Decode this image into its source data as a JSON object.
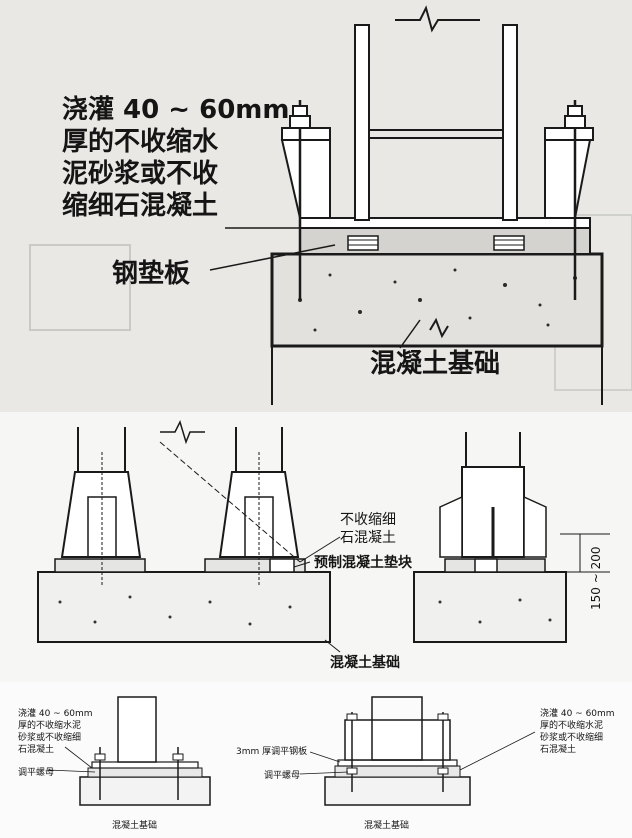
{
  "top_figure": {
    "label_grout": [
      "浇灌 40 ~ 60mm",
      "厚的不收缩水",
      "泥砂浆或不收",
      "缩细石混凝土"
    ],
    "label_steel_plate": "钢垫板",
    "label_foundation": "混凝土基础"
  },
  "middle_figure": {
    "label_grout": [
      "不收缩细",
      "石混凝土"
    ],
    "label_precast_block": "预制混凝土垫块",
    "dimension": "150 ~ 200",
    "label_foundation": "混凝土基础"
  },
  "bottom_left_figure": {
    "label_grout": [
      "浇灌 40 ~ 60mm",
      "厚的不收缩水泥",
      "砂浆或不收缩细",
      "石混凝土"
    ],
    "label_leveling_nut": "调平螺母",
    "label_foundation": "混凝土基础"
  },
  "bottom_right_figure": {
    "label_steel_plate": "3mm 厚调平钢板",
    "label_leveling_nut": "调平螺母",
    "label_foundation": "混凝土基础",
    "label_grout": [
      "浇灌 40 ~ 60mm",
      "厚的不收缩水泥",
      "砂浆或不收缩细",
      "石混凝土"
    ]
  },
  "colors": {
    "ink": "#1a1a1a",
    "paper_top": "#e9e8e5",
    "concrete_fill": "#dcdcdc"
  }
}
